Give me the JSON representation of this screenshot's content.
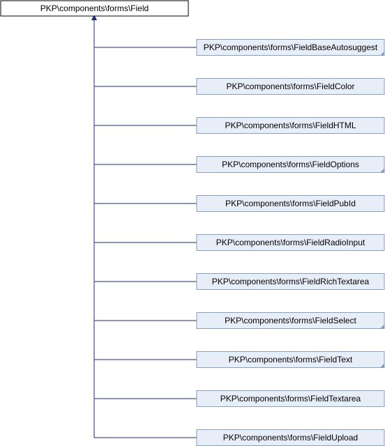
{
  "diagram": {
    "root": {
      "label": "PKP\\components\\forms\\Field"
    },
    "children": [
      {
        "label": "PKP\\components\\forms\\FieldBaseAutosuggest",
        "has_more_marker": true
      },
      {
        "label": "PKP\\components\\forms\\FieldColor",
        "has_more_marker": false
      },
      {
        "label": "PKP\\components\\forms\\FieldHTML",
        "has_more_marker": false
      },
      {
        "label": "PKP\\components\\forms\\FieldOptions",
        "has_more_marker": true
      },
      {
        "label": "PKP\\components\\forms\\FieldPubId",
        "has_more_marker": false
      },
      {
        "label": "PKP\\components\\forms\\FieldRadioInput",
        "has_more_marker": false
      },
      {
        "label": "PKP\\components\\forms\\FieldRichTextarea",
        "has_more_marker": false
      },
      {
        "label": "PKP\\components\\forms\\FieldSelect",
        "has_more_marker": true
      },
      {
        "label": "PKP\\components\\forms\\FieldText",
        "has_more_marker": true
      },
      {
        "label": "PKP\\components\\forms\\FieldTextarea",
        "has_more_marker": false
      },
      {
        "label": "PKP\\components\\forms\\FieldUpload",
        "has_more_marker": false
      }
    ],
    "colors": {
      "edge": "#1a2d75",
      "root_fill": "#ffffff",
      "root_border": "#000000",
      "child_fill": "#e8eef7",
      "child_border": "#8a9cc4",
      "marker": "#8a9cc4"
    }
  }
}
